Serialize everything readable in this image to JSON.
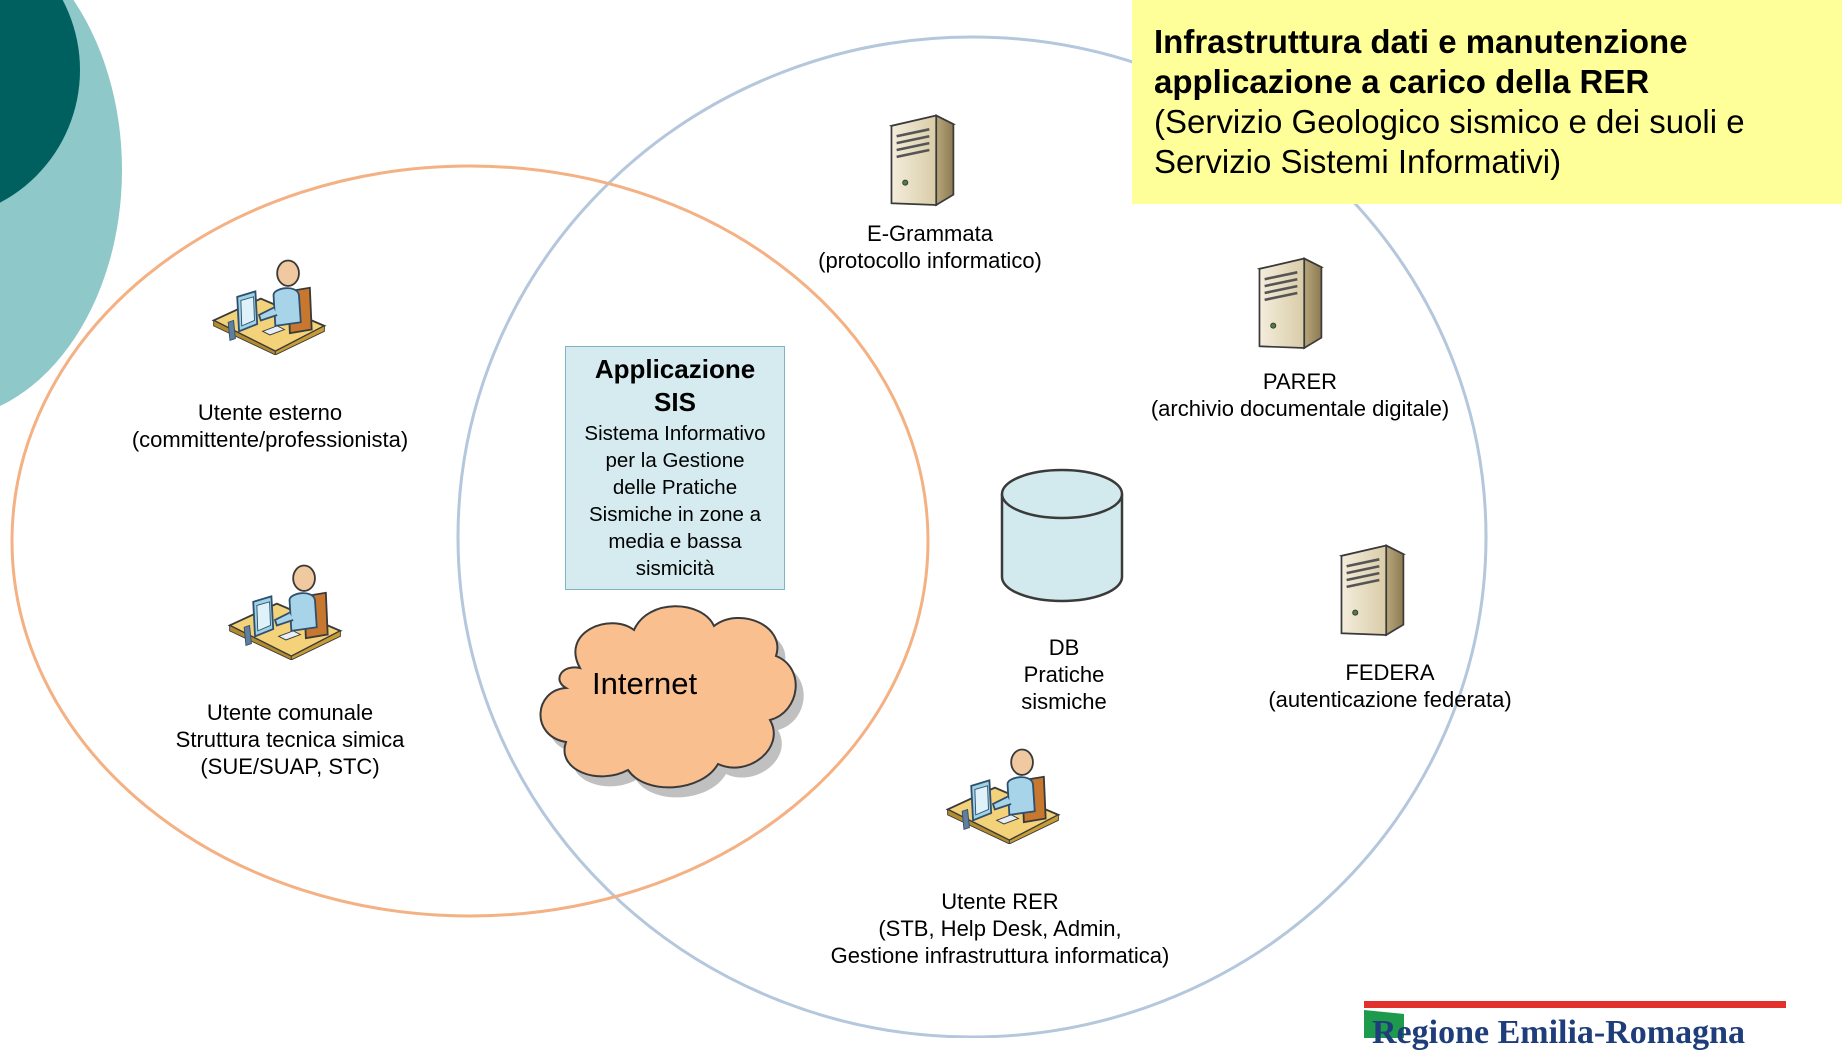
{
  "info_box": {
    "title": "Infrastruttura dati e manutenzione\napplicazione a carico della RER",
    "subtitle": "(Servizio Geologico sismico e dei suoli e\nServizio Sistemi Informativi)"
  },
  "nodes": {
    "egrammata": "E-Grammata\n(protocollo informatico)",
    "parer": "PARER\n(archivio documentale digitale)",
    "utente_esterno": "Utente esterno\n(committente/professionista)",
    "utente_comunale": "Utente comunale\nStruttura tecnica simica\n(SUE/SUAP, STC)",
    "db": "DB\nPratiche\nsismiche",
    "federa": "FEDERA\n(autenticazione federata)",
    "utente_rer": "Utente RER\n(STB, Help Desk, Admin,\nGestione infrastruttura informatica)"
  },
  "sis_box": {
    "title": "Applicazione\nSIS",
    "description": "Sistema Informativo\nper la Gestione\ndelle Pratiche\nSismiche in zone a\nmedia e bassa\nsismicità"
  },
  "internet_label": "Internet",
  "logo_text": "Regione Emilia-Romagna",
  "colors": {
    "left_circle": "#f4b183",
    "right_circle": "#b4c7dc",
    "info_box_bg": "#ffff99",
    "sis_box_bg": "#d5ebf0",
    "cloud_fill": "#f9bf8f",
    "db_fill": "#d2eaed",
    "deco_dark": "#005f5f",
    "deco_light": "#8fc8c8",
    "logo_red": "#e2302b",
    "logo_green": "#1e9a4c"
  }
}
